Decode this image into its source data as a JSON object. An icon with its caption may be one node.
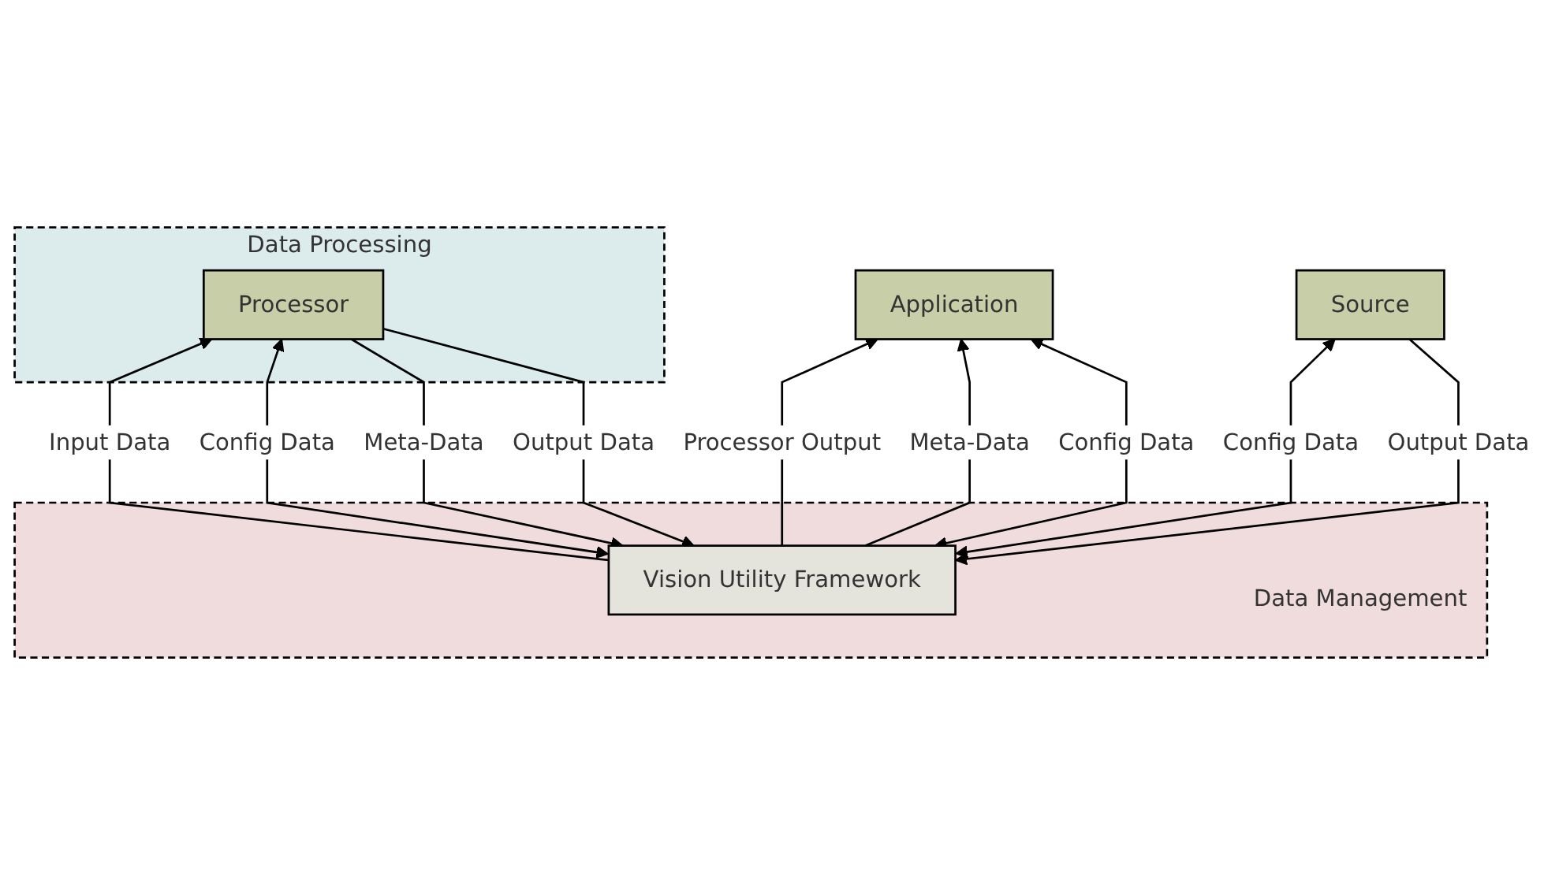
{
  "diagram": {
    "nodes": [
      {
        "text": [
          "Data Management"
        ]
      },
      {
        "text": [
          "Application"
        ]
      },
      {
        "text": [
          "Vision Utility Framework"
        ],
        "in": 0
      },
      {
        "text": [
          "Data Processing"
        ]
      },
      {
        "text": [
          "Source"
        ]
      },
      {
        "text": [
          "Processor"
        ],
        "in": 3
      }
    ],
    "edges": [
      {
        "from": 2,
        "to": 5,
        "arrow": "to",
        "label": "Input Data"
      },
      {
        "from": 2,
        "to": 5,
        "arrow": "both",
        "label": "Config Data"
      },
      {
        "from": 5,
        "to": 2,
        "arrow": "to",
        "label": "Meta-Data"
      },
      {
        "from": 5,
        "to": 2,
        "arrow": "to",
        "label": "Output Data"
      },
      {
        "from": 2,
        "to": 1,
        "arrow": "to",
        "label": "Processor Output"
      },
      {
        "from": 2,
        "to": 1,
        "arrow": "to",
        "label": "Meta-Data"
      },
      {
        "from": 1,
        "to": 2,
        "arrow": "both",
        "label": "Config Data"
      },
      {
        "from": 2,
        "to": 4,
        "arrow": "both",
        "label": "Config Data"
      },
      {
        "from": 4,
        "to": 2,
        "arrow": "to",
        "label": "Output Data"
      }
    ]
  }
}
